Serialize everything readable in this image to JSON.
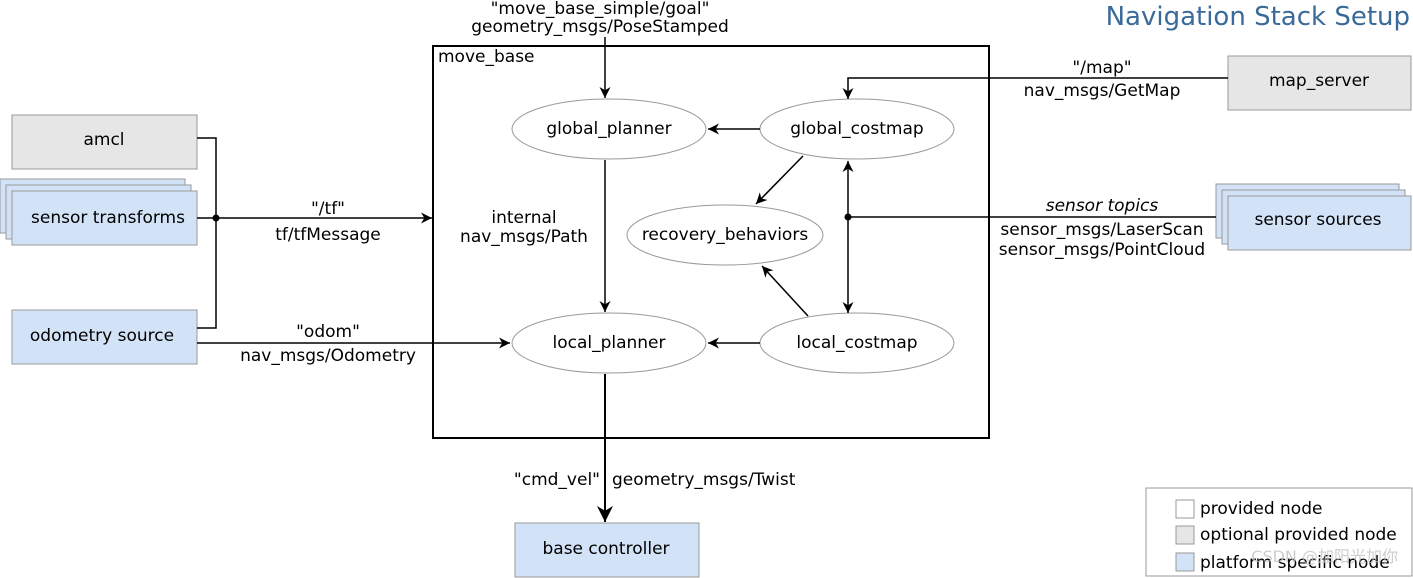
{
  "title": "Navigation Stack Setup",
  "colors": {
    "provided": "#ffffff",
    "optional": "#e6e6e6",
    "platform": "#d3e3f7",
    "title": "#3a6a9a"
  },
  "container": {
    "label": "move_base"
  },
  "nodes": {
    "amcl": "amcl",
    "sensor_transforms": "sensor transforms",
    "odometry_source": "odometry source",
    "map_server": "map_server",
    "sensor_sources": "sensor sources",
    "base_controller": "base controller",
    "global_planner": "global_planner",
    "global_costmap": "global_costmap",
    "recovery_behaviors": "recovery_behaviors",
    "local_planner": "local_planner",
    "local_costmap": "local_costmap"
  },
  "edges": {
    "goal_topic": "\"move_base_simple/goal\"",
    "goal_type": "geometry_msgs/PoseStamped",
    "tf_topic": "\"/tf\"",
    "tf_type": "tf/tfMessage",
    "odom_topic": "\"odom\"",
    "odom_type": "nav_msgs/Odometry",
    "map_topic": "\"/map\"",
    "map_type": "nav_msgs/GetMap",
    "sensor_topic": "sensor topics",
    "sensor_type1": "sensor_msgs/LaserScan",
    "sensor_type2": "sensor_msgs/PointCloud",
    "path_internal": "internal",
    "path_type": "nav_msgs/Path",
    "cmd_topic": "\"cmd_vel\"",
    "cmd_type": "geometry_msgs/Twist"
  },
  "legend": {
    "provided": "provided node",
    "optional": "optional provided node",
    "platform": "platform specific node"
  },
  "watermark": "CSDN @加阳光加你"
}
